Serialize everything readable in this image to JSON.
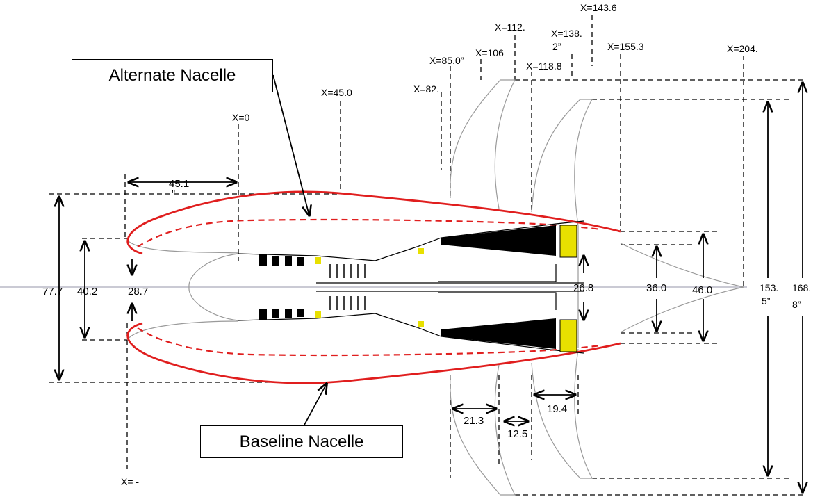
{
  "callouts": {
    "alternate": "Alternate Nacelle",
    "baseline": "Baseline Nacelle"
  },
  "stations": {
    "x0": "X=0",
    "x45": "X=45.0",
    "x82": "X=82.",
    "x85": "X=85.0”",
    "x106": "X=106",
    "x112": "X=112.",
    "x118": "X=118.8",
    "x138a": "X=138.",
    "x138b": "2”",
    "x143": "X=143.6",
    "x155": "X=155.3",
    "x204": "X=204.",
    "xneg": "X= -"
  },
  "dimensions": {
    "d45_1": "45.1",
    "d45_1_mark": "”",
    "d77_7": "77.7",
    "d40_2": "40.2",
    "d28_7": "28.7",
    "d26_8": "26.8",
    "d36_0": "36.0",
    "d46_0": "46.0",
    "d153a": "153.",
    "d153b": "5”",
    "d168a": "168.",
    "d168b": "8”",
    "d21_3": "21.3",
    "d12_5": "12.5",
    "d19_4": "19.4"
  },
  "colors": {
    "baseline_nacelle": "#e01e1e",
    "alternate_nacelle": "#e01e1e",
    "outline": "#9a9a9a",
    "hub": "#e8e000"
  }
}
